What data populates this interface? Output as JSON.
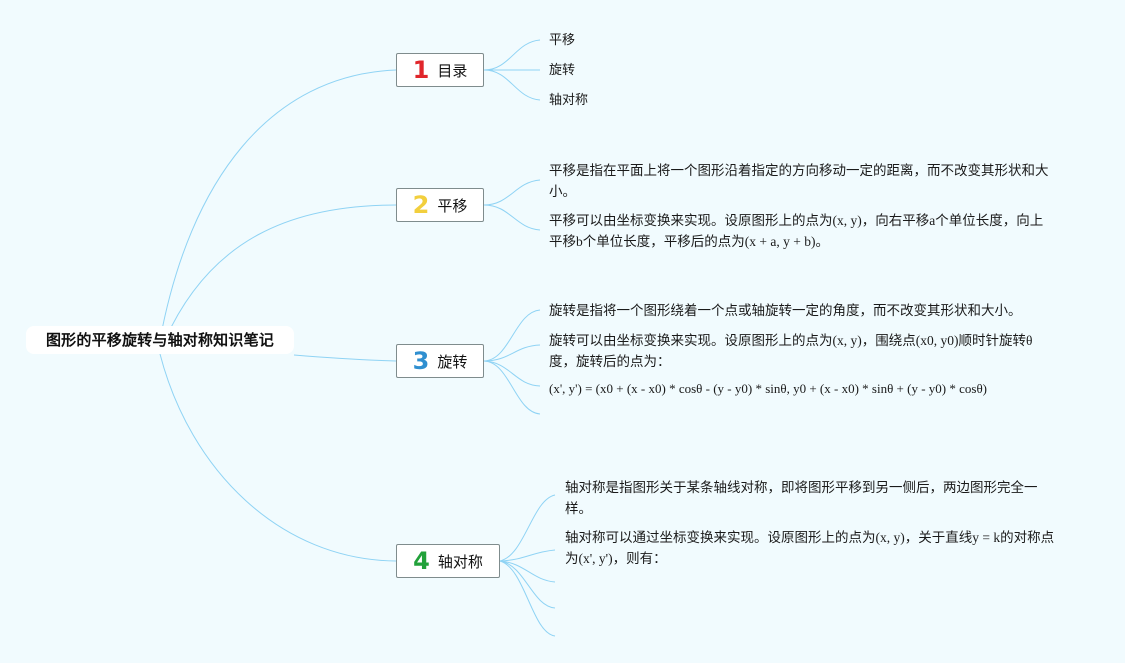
{
  "root": {
    "title": "图形的平移旋转与轴对称知识笔记"
  },
  "branches": [
    {
      "number": "1",
      "number_color": "#e0262b",
      "label": "目录",
      "leaves": [
        "平移",
        "旋转",
        "轴对称"
      ]
    },
    {
      "number": "2",
      "number_color": "#f2cf3d",
      "label": "平移",
      "leaves": [
        "平移是指在平面上将一个图形沿着指定的方向移动一定的距离，而不改变其形状和大小。",
        "平移可以由坐标变换来实现。设原图形上的点为(x, y)，向右平移a个单位长度，向上平移b个单位长度，平移后的点为(x + a, y + b)。"
      ]
    },
    {
      "number": "3",
      "number_color": "#2f8fd0",
      "label": "旋转",
      "leaves": [
        "旋转是指将一个图形绕着一个点或轴旋转一定的角度，而不改变其形状和大小。",
        "旋转可以由坐标变换来实现。设原图形上的点为(x, y)，围绕点(x0, y0)顺时针旋转θ度，旋转后的点为：",
        "(x', y') = (x0 + (x - x0) * cosθ - (y - y0) * sinθ, y0 + (x - x0) * sinθ + (y - y0) * cosθ)"
      ]
    },
    {
      "number": "4",
      "number_color": "#22a13a",
      "label": "轴对称",
      "leaves": [
        "轴对称是指图形关于某条轴线对称，即将图形平移到另一侧后，两边图形完全一样。",
        "轴对称可以通过坐标变换来实现。设原图形上的点为(x, y)，关于直线y = k的对称点为(x', y')，则有："
      ]
    }
  ],
  "colors": {
    "background": "#f1fbfe",
    "connector": "#8fd3f4"
  }
}
